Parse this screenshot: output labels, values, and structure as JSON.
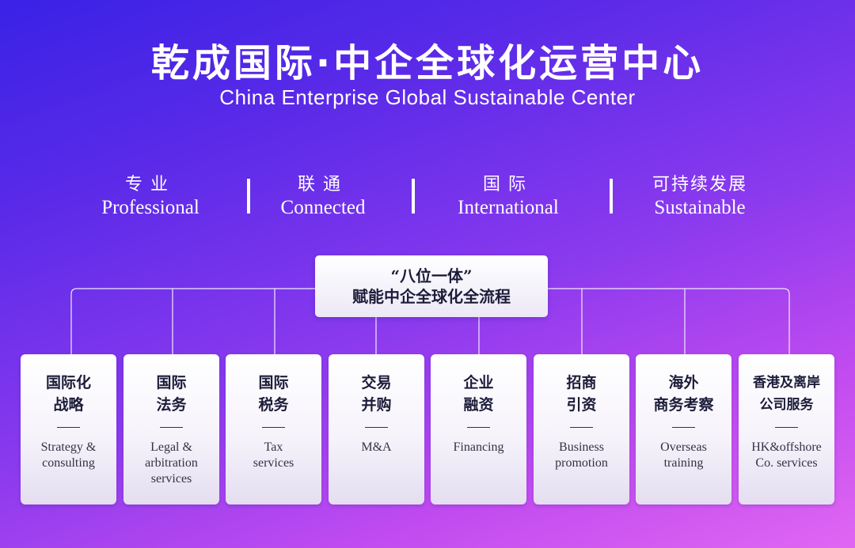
{
  "header": {
    "title": "乾成国际·中企全球化运营中心",
    "subtitle": "China Enterprise Global Sustainable Center"
  },
  "values": [
    {
      "zh": "专业",
      "en": "Professional"
    },
    {
      "zh": "联通",
      "en": "Connected"
    },
    {
      "zh": "国际",
      "en": "International"
    },
    {
      "zh": "可持续发展",
      "en": "Sustainable"
    }
  ],
  "center": {
    "line1": "“八位一体”",
    "line2": "赋能中企全球化全流程"
  },
  "services": [
    {
      "zh": "国际化\n战略",
      "en": "Strategy &\nconsulting"
    },
    {
      "zh": "国际\n法务",
      "en": "Legal &\narbitration\nservices"
    },
    {
      "zh": "国际\n税务",
      "en": "Tax\nservices"
    },
    {
      "zh": "交易\n并购",
      "en": "M&A"
    },
    {
      "zh": "企业\n融资",
      "en": "Financing"
    },
    {
      "zh": "招商\n引资",
      "en": "Business\npromotion"
    },
    {
      "zh": "海外\n商务考察",
      "en": "Overseas\ntraining"
    },
    {
      "zh": "香港及离岸\n公司服务",
      "en": "HK&offshore\nCo. services"
    }
  ],
  "colors": {
    "background_top": "#3a22e6",
    "background_bottom": "#e067f2",
    "text_light": "#ffffff",
    "text_dark": "#1c1c3a"
  }
}
